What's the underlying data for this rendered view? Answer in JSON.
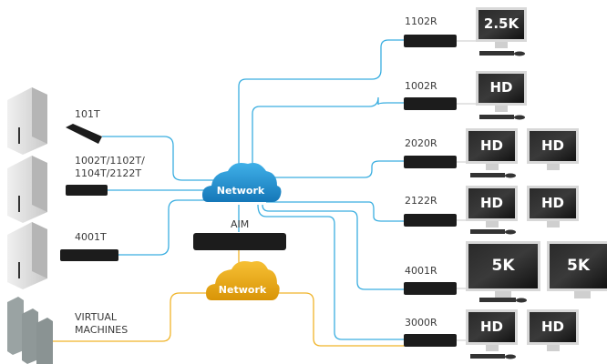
{
  "diagram": {
    "title": "Network KVM topology",
    "networks": [
      {
        "id": "primary",
        "label": "Network",
        "color": "#1e8fcf"
      },
      {
        "id": "secondary",
        "label": "Network",
        "color": "#e6a511"
      }
    ],
    "central_device": {
      "label": "AIM"
    },
    "sources": [
      {
        "label": "101T",
        "type": "computer"
      },
      {
        "label_lines": [
          "1002T/1102T/",
          "1104T/2122T"
        ],
        "type": "computer"
      },
      {
        "label": "4001T",
        "type": "computer"
      },
      {
        "label_lines": [
          "VIRTUAL",
          "MACHINES"
        ],
        "type": "servers"
      }
    ],
    "receivers": [
      {
        "label": "1102R",
        "monitors": [
          "2.5K"
        ]
      },
      {
        "label": "1002R",
        "monitors": [
          "HD"
        ]
      },
      {
        "label": "2020R",
        "monitors": [
          "HD",
          "HD"
        ]
      },
      {
        "label": "2122R",
        "monitors": [
          "HD",
          "HD"
        ]
      },
      {
        "label": "4001R",
        "monitors": [
          "5K",
          "5K"
        ]
      },
      {
        "label": "3000R",
        "monitors": [
          "HD",
          "HD"
        ]
      }
    ],
    "colors": {
      "line_blue": "#3aaee0",
      "line_yellow": "#f0b429",
      "device": "#1c1c1c",
      "monitor_frame": "#d8d8d8",
      "monitor_screen": "#1a1a1a"
    }
  }
}
